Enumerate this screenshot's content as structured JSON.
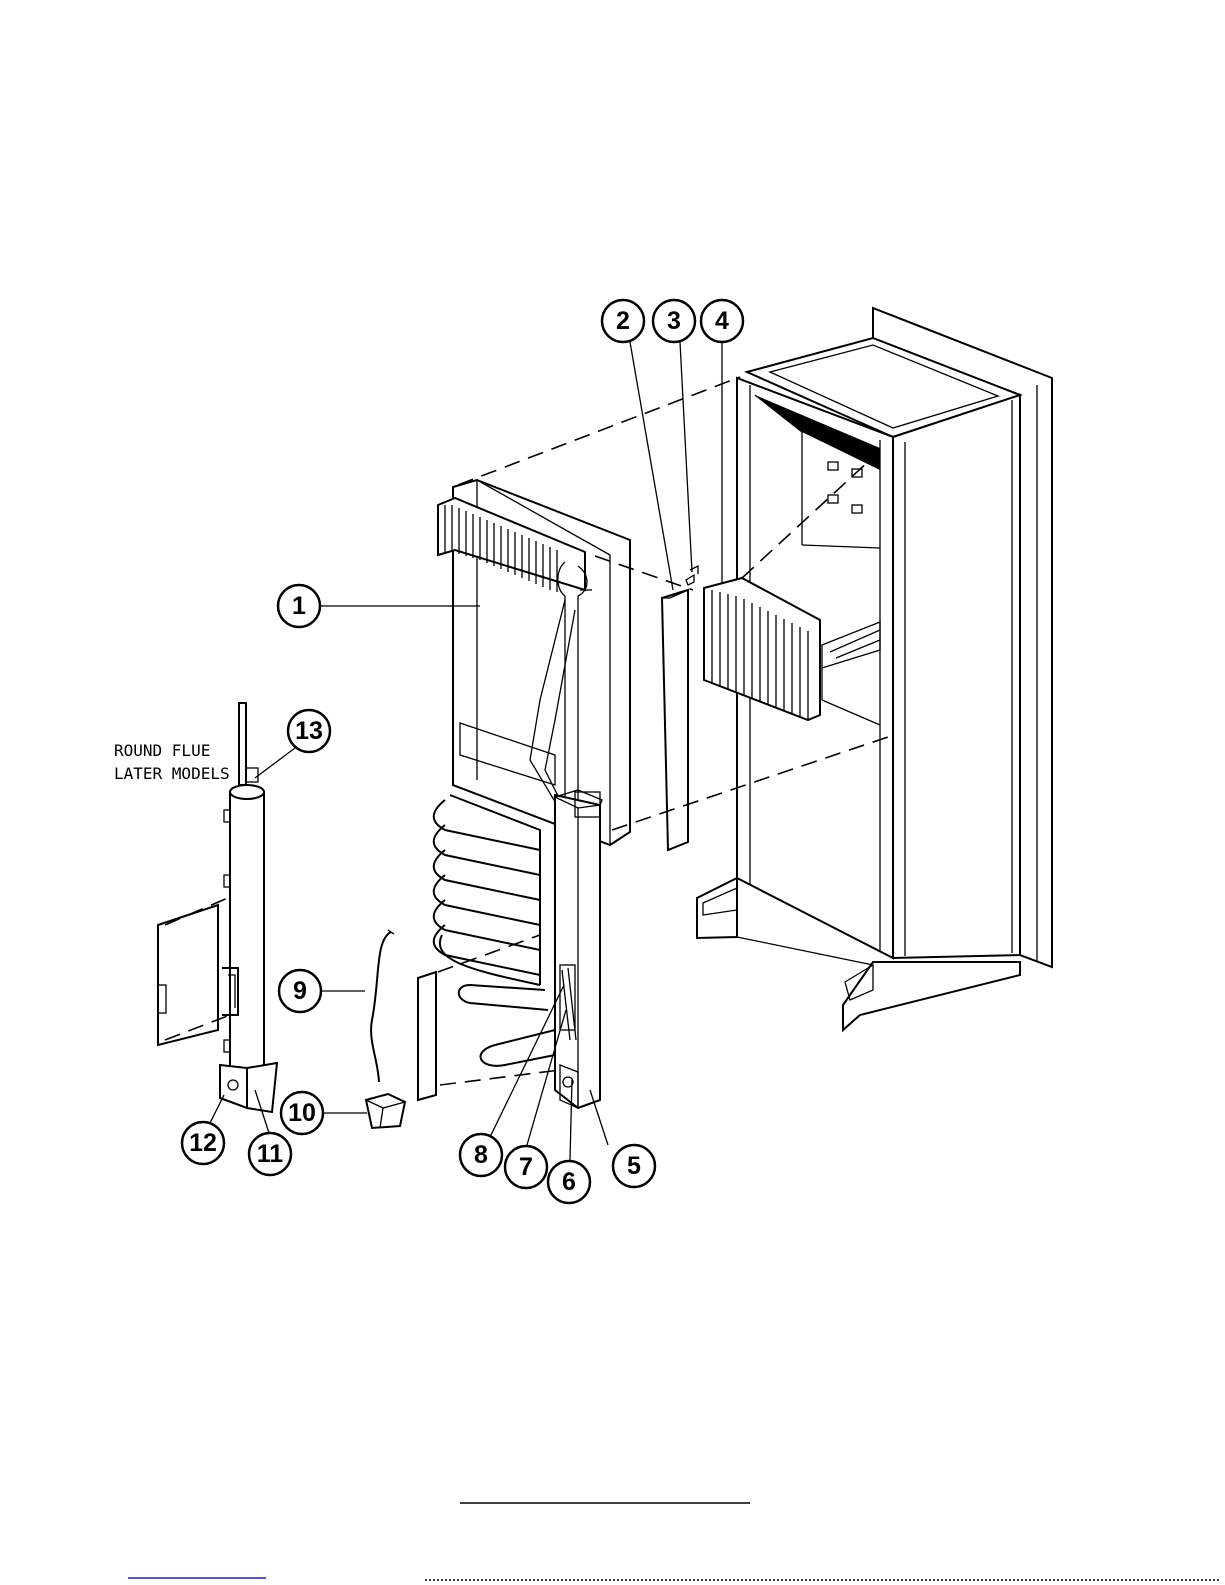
{
  "diagram": {
    "note_lines": [
      "ROUND FLUE",
      "LATER MODELS"
    ],
    "callouts": [
      {
        "label": "1"
      },
      {
        "label": "2"
      },
      {
        "label": "3"
      },
      {
        "label": "4"
      },
      {
        "label": "5"
      },
      {
        "label": "6"
      },
      {
        "label": "7"
      },
      {
        "label": "8"
      },
      {
        "label": "9"
      },
      {
        "label": "10"
      },
      {
        "label": "11"
      },
      {
        "label": "12"
      },
      {
        "label": "13"
      }
    ]
  }
}
